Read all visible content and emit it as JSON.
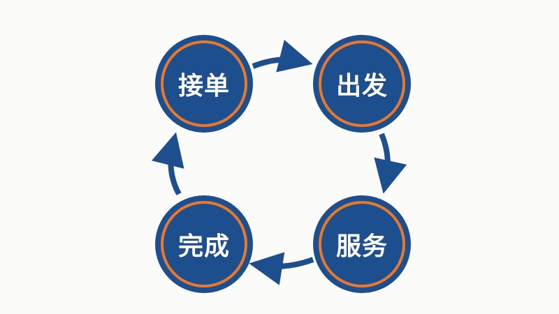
{
  "diagram": {
    "steps": [
      {
        "label": "接单"
      },
      {
        "label": "出发"
      },
      {
        "label": "服务"
      },
      {
        "label": "完成"
      }
    ],
    "colors": {
      "circle": "#1d4e8e",
      "ring": "#e8782a",
      "arrow": "#1d4e8e",
      "text": "#ffffff",
      "background": "#fbfbf9"
    }
  }
}
